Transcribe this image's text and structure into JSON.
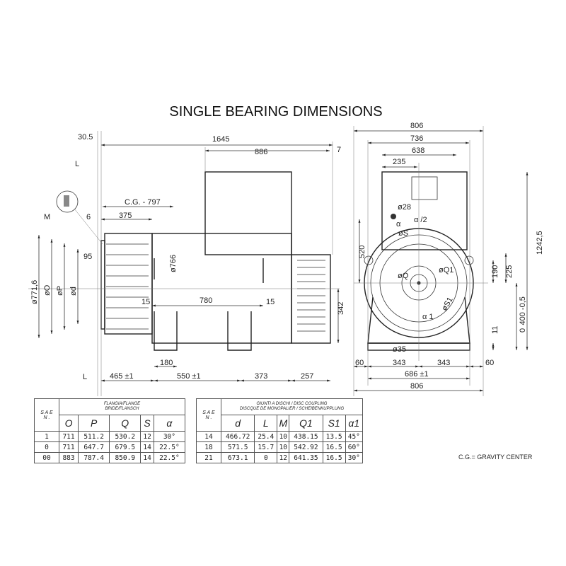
{
  "title": "SINGLE BEARING DIMENSIONS",
  "side_view": {
    "dims": {
      "d30_5": "30.5",
      "d1645": "1645",
      "d886": "886",
      "d7": "7",
      "L": "L",
      "M": "M",
      "d6": "6",
      "cg": "C.G. -  797",
      "d375": "375",
      "d95": "95",
      "d766": "ø766",
      "d771": "ø771,6",
      "O": "øO",
      "P": "øP",
      "d": "ød",
      "d15a": "15",
      "d780": "780",
      "d15b": "15",
      "d342": "342",
      "d180": "180",
      "L2": "L",
      "d465": "465 ±1",
      "d550": "550 ±1",
      "d373": "373",
      "d257": "257"
    }
  },
  "front_view": {
    "dims": {
      "d806t": "806",
      "d736": "736",
      "d638": "638",
      "d235": "235",
      "d28": "ø28",
      "alpha": "α",
      "alpha2": "α /2",
      "S": "øS",
      "d520": "520",
      "Q": "øQ",
      "Q1": "øQ1",
      "S1": "øS1",
      "a1": "α 1",
      "d190": "190",
      "d225": "225",
      "d1242": "1242,5",
      "tol": "0  400 -0,5",
      "d11": "11",
      "d35": "ø35",
      "d60a": "60",
      "d343a": "343",
      "d343b": "343",
      "d60b": "60",
      "d686": "686 ±1",
      "d806b": "806"
    }
  },
  "flange_table": {
    "sae_header": "S A E",
    "n_header": "N .",
    "group_header_1": "FLANGIA/FLANGE",
    "group_header_2": "BRIDE/FLANSCH",
    "columns": [
      "O",
      "P",
      "Q",
      "S",
      "α"
    ],
    "rows": [
      [
        "1",
        "711",
        "511.2",
        "530.2",
        "12",
        "30°"
      ],
      [
        "0",
        "711",
        "647.7",
        "679.5",
        "14",
        "22.5°"
      ],
      [
        "00",
        "883",
        "787.4",
        "850.9",
        "14",
        "22.5°"
      ]
    ]
  },
  "coupling_table": {
    "sae_header": "S A E",
    "n_header": "N .",
    "group_header_1": "GIUNTI A DISCHI / DISC COUPLING",
    "group_header_2": "DISCQUE DE MONOPALIER / SCHEIBENKUPPLUNG",
    "columns": [
      "d",
      "L",
      "M",
      "Q1",
      "S1",
      "α1"
    ],
    "rows": [
      [
        "14",
        "466.72",
        "25.4",
        "10",
        "438.15",
        "13.5",
        "45°"
      ],
      [
        "18",
        "571.5",
        "15.7",
        "10",
        "542.92",
        "16.5",
        "60°"
      ],
      [
        "21",
        "673.1",
        "0",
        "12",
        "641.35",
        "16.5",
        "30°"
      ]
    ]
  },
  "note": "C.G.= GRAVITY CENTER"
}
